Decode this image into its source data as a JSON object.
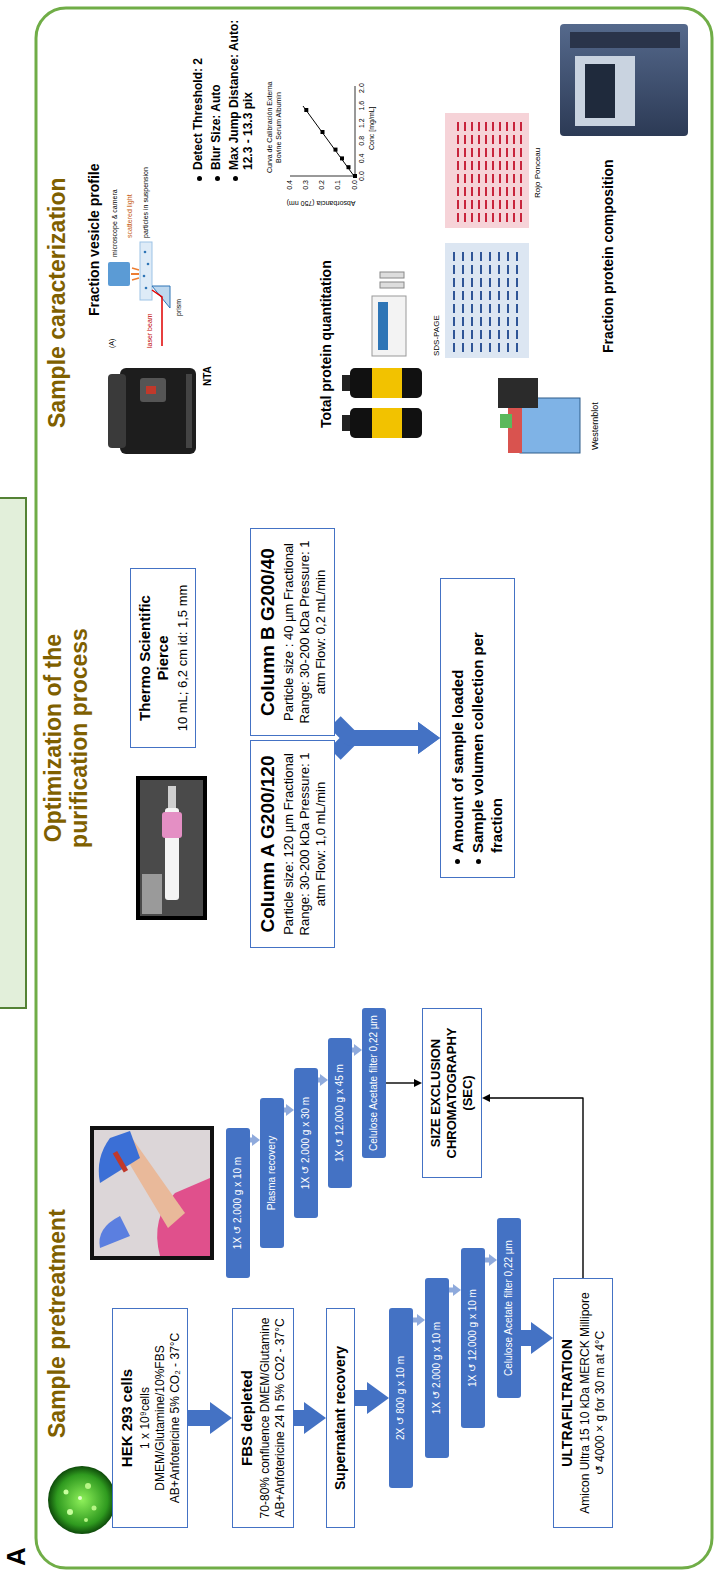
{
  "diagram": {
    "nodes": [
      {
        "text": [
          "HEK 293 cells",
          "1 x 10⁹cells DMEM/Glutamine/10%FBS AB+Anfotericine 5% CO₂ - 37°C"
        ]
      },
      {
        "text": [
          "FBS depleted",
          "70-80% confluence DMEM/Glutamine AB+Anfotericine 24 h 5% CO2 - 37°C"
        ]
      },
      {
        "text": [
          "Supernatant recovery"
        ]
      },
      {
        "text": [
          "2X ↺ 800 g x 10 m"
        ]
      },
      {
        "text": [
          "1X ↺ 2.000 g x 10 m"
        ]
      },
      {
        "text": [
          "1X ↺ 12.000 g x 10 m"
        ]
      },
      {
        "text": [
          "Celulose Acetate filter 0,22 µm"
        ]
      },
      {
        "text": [
          "ULTRAFILTRATION",
          "Amicon Ultra 15 10 kDa MERCK Millipore ↺ 4000 × g for 30 m at 4°C"
        ]
      },
      {
        "text": [
          "1X ↺ 2.000 g x 10 m"
        ]
      },
      {
        "text": [
          "Plasma recovery"
        ]
      },
      {
        "text": [
          "1X ↺ 2.000 g x 30 m"
        ]
      },
      {
        "text": [
          "1X ↺ 12.000 g x 45 m"
        ]
      },
      {
        "text": [
          "Celulose Acetate filter 0,22 µm"
        ]
      },
      {
        "text": [
          "SIZE EXCLUSION CHROMATOGRAPHY (SEC)"
        ]
      },
      {
        "text": [
          "Thermo Scientific Pierce",
          "10 mL; 6,2 cm id: 1,5 mm"
        ]
      },
      {
        "text": [
          "Column A G200/120",
          "Particle size: 120 µm Fractional Range: 30-200 kDa Pressure: 1 atm Flow: 1,0 mL/min"
        ]
      },
      {
        "text": [
          "Column B G200/40",
          "Particle size : 40 µm Fractional Range: 30-200 kDa Pressure: 1 atm Flow: 0,2 mL/min"
        ]
      },
      {
        "text": [
          "Amount of sample loaded",
          "Sample volumen collection per fraction"
        ]
      }
    ],
    "edges": [
      {
        "from": 0,
        "to": 1,
        "arrow": "to"
      },
      {
        "from": 1,
        "to": 2,
        "arrow": "to"
      },
      {
        "from": 2,
        "to": 3,
        "arrow": "to"
      },
      {
        "from": 3,
        "to": 4,
        "arrow": "to"
      },
      {
        "from": 4,
        "to": 5,
        "arrow": "to"
      },
      {
        "from": 5,
        "to": 6,
        "arrow": "to"
      },
      {
        "from": 6,
        "to": 7,
        "arrow": "to"
      },
      {
        "from": 7,
        "to": 13,
        "arrow": "to"
      },
      {
        "from": 8,
        "to": 9,
        "arrow": "to"
      },
      {
        "from": 9,
        "to": 10,
        "arrow": "to"
      },
      {
        "from": 10,
        "to": 11,
        "arrow": "to"
      },
      {
        "from": 11,
        "to": 12,
        "arrow": "to"
      },
      {
        "from": 12,
        "to": 13,
        "arrow": "to"
      },
      {
        "from": 15,
        "to": 17,
        "arrow": "to"
      },
      {
        "from": 16,
        "to": 17,
        "arrow": "to"
      }
    ],
    "labels": [
      "A",
      "Sample pretreatment",
      "Optimization of the purification process",
      "Sample caracterization",
      "Fraction vesicle profile",
      "NTA",
      "microscope & camera",
      "scattered light",
      "particles in suspension",
      "laser beam",
      "prism",
      "(A)",
      "Detect Threshold: 2",
      "Blur Size: Auto",
      "Max Jump Distance: Auto: 12.3 - 13.3 pix",
      "Total protein quantitation",
      "Curva de Calibración Externa",
      "Bovine Serum Albumin",
      "Absorbancia (750 nm)",
      "Conc [mg/mL]",
      "0.0",
      "0.4",
      "0.8",
      "1.2",
      "1.6",
      "2.0",
      "0.0",
      "0.1",
      "0.2",
      "0.3",
      "0.4",
      "Fraction protein composition",
      "Westernblot",
      "SDS-PAGE",
      "Rojo Ponceau"
    ]
  }
}
